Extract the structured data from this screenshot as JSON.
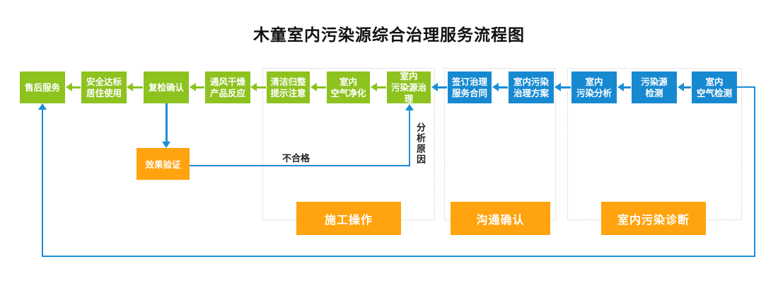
{
  "title": "木童室内污染源综合治理服务流程图",
  "colors": {
    "node_green": "#8dc21f",
    "node_blue": "#1789d1",
    "node_orange": "#ffa30f",
    "connector_blue": "#1b8dd6",
    "group_border": "#cfcfcf",
    "title_text": "#111111"
  },
  "nodes": [
    {
      "id": "after-sales-service",
      "lines": [
        "售后服务"
      ]
    },
    {
      "id": "safe-occupancy",
      "lines": [
        "安全达标",
        "居住使用"
      ]
    },
    {
      "id": "recheck-confirm",
      "lines": [
        "复检确认"
      ]
    },
    {
      "id": "ventilation-drying",
      "lines": [
        "通风干燥",
        "产品反应"
      ]
    },
    {
      "id": "cleanup-notice",
      "lines": [
        "清洁归整",
        "提示注意"
      ]
    },
    {
      "id": "indoor-air-purification",
      "lines": [
        "室内",
        "空气净化"
      ]
    },
    {
      "id": "pollution-source-treatment",
      "lines": [
        "室内",
        "污染源治理"
      ]
    },
    {
      "id": "sign-service-contract",
      "lines": [
        "签订治理",
        "服务合同"
      ]
    },
    {
      "id": "treatment-plan",
      "lines": [
        "室内污染",
        "治理方案"
      ]
    },
    {
      "id": "indoor-pollution-analysis",
      "lines": [
        "室内",
        "污染分析"
      ]
    },
    {
      "id": "pollution-source-testing",
      "lines": [
        "污染源",
        "检测"
      ]
    },
    {
      "id": "indoor-air-testing",
      "lines": [
        "室内",
        "空气检测"
      ]
    }
  ],
  "effect_box": {
    "label": "效果验证"
  },
  "group_labels": {
    "construction": "施工操作",
    "communication": "沟通确认",
    "diagnosis": "室内污染诊断"
  },
  "edge_labels": {
    "fail": "不合格",
    "analyze_cause": "分析原因"
  }
}
